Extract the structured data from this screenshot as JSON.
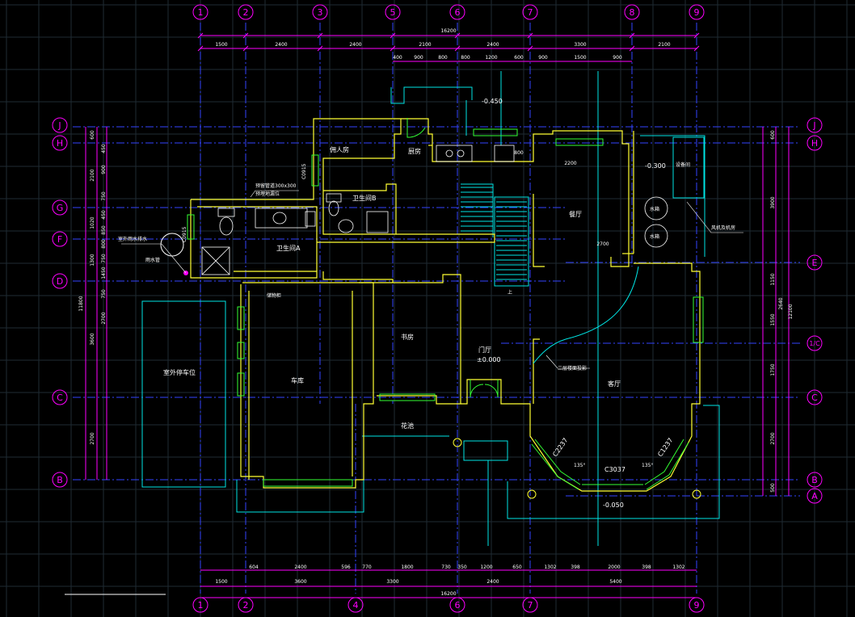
{
  "grid_axes": {
    "numbered": [
      "1",
      "2",
      "3",
      "5",
      "6",
      "7",
      "8",
      "9"
    ],
    "numbered_bottom": [
      "1",
      "2",
      "4",
      "6",
      "7",
      "9"
    ],
    "lettered_left": [
      "J",
      "H",
      "G",
      "F",
      "D",
      "C",
      "B"
    ],
    "lettered_right": [
      "J",
      "H",
      "E",
      "1/C",
      "C",
      "B",
      "A"
    ]
  },
  "dimensions": {
    "top_total": "16200",
    "top_row1": [
      "1500",
      "2400",
      "2400",
      "2100",
      "2400",
      "3300",
      "2100"
    ],
    "top_row2": [
      "400",
      "900",
      "800",
      "800",
      "1200",
      "600",
      "900",
      "1500",
      "900"
    ],
    "bottom_row1": [
      "604",
      "2400",
      "596",
      "770",
      "1800",
      "730",
      "350",
      "1200",
      "650",
      "1302",
      "398",
      "2000",
      "398",
      "1302"
    ],
    "bottom_row2": [
      "1500",
      "3600",
      "3300",
      "2400",
      "5400"
    ],
    "bottom_total": "16200",
    "left_col1": [
      "600",
      "2100",
      "1020",
      "1300",
      "3600",
      "2700"
    ],
    "left_total": "11800",
    "left_col2": [
      "450",
      "900",
      "750",
      "450",
      "850",
      "800",
      "750",
      "1450",
      "750",
      "2700"
    ],
    "right_col1": [
      "600",
      "3900",
      "1150",
      "1550",
      "1750",
      "2700",
      "500"
    ],
    "right_col2": [
      "2640"
    ],
    "right_total": "12100",
    "misc": [
      "2700",
      "2200",
      "800"
    ]
  },
  "rooms": {
    "servant_room": "佣人房",
    "kitchen": "厨房",
    "bath_b": "卫生间B",
    "bath_a": "卫生间A",
    "dining": "餐厅",
    "study": "书房",
    "garage": "车库",
    "outdoor_parking": "室外停车位",
    "foyer": "门厅",
    "pool": "花池",
    "living": "客厅",
    "water_tank": "水箱",
    "water_tank2": "水箱",
    "equipment": "设备间"
  },
  "levels": {
    "top_entry": "-0.450",
    "right_storage": "-0.300",
    "foyer": "±0.000",
    "terrace": "-0.050"
  },
  "labels": {
    "c0915_upper": "C0915",
    "c0915_lower": "C0915",
    "c2237_left": "C2237",
    "c2237_right": "C1237",
    "c3037": "C3037",
    "angle_left": "135°",
    "angle_right": "135°",
    "stair_label": "上",
    "note_bath": "预留管道300x300",
    "note_bath2": "预埋地漏位",
    "note_left": "室外雨水排水",
    "note_left2": "雨水管",
    "note_right": "风机及机房",
    "note_curve": "二层楼面投影",
    "note_garage": "储物柜"
  }
}
